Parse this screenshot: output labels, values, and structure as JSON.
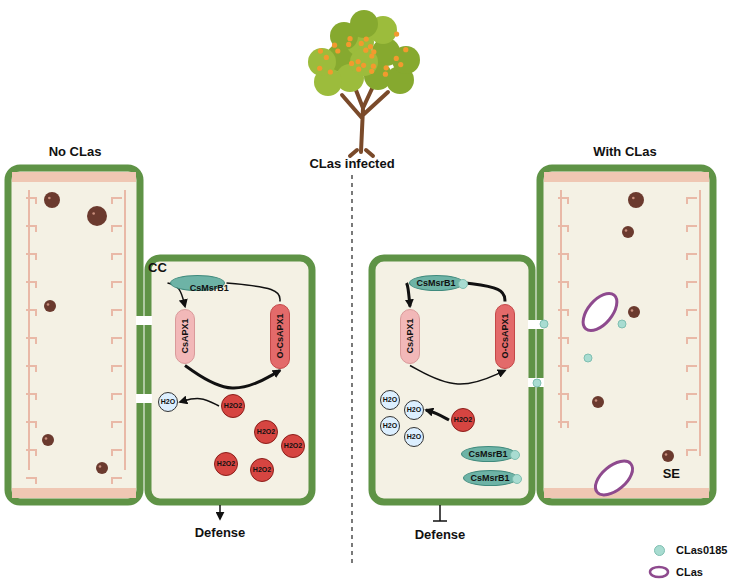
{
  "diagram": {
    "nodes": [
      {
        "text": [
          "CC"
        ]
      },
      {
        "text": [
          "CsMsrB1"
        ],
        "in": 0
      },
      {
        "text": [
          "CsAPX1"
        ],
        "in": 0
      },
      {
        "text": [
          "O-CsAPX1"
        ],
        "in": 0
      },
      {
        "text": [
          "H2O"
        ],
        "in": 0
      },
      {
        "text": [
          "H2O2"
        ],
        "in": 0
      },
      {
        "text": [
          "H2O2"
        ],
        "in": 0
      },
      {
        "text": [
          "H2O2"
        ],
        "in": 0
      },
      {
        "text": [
          "H2O2"
        ],
        "in": 0
      },
      {
        "text": [
          "H2O2"
        ],
        "in": 0
      },
      {
        "text": [
          "CsMsrB1"
        ]
      },
      {
        "text": [
          "CsAPX1"
        ]
      },
      {
        "text": [
          "O-CsAPX1"
        ]
      },
      {
        "text": [
          "H2O"
        ]
      },
      {
        "text": [
          "H2O"
        ]
      },
      {
        "text": [
          "H2O"
        ]
      },
      {
        "text": [
          "H2O"
        ]
      },
      {
        "text": [
          "H2O2"
        ]
      },
      {
        "text": [
          "CsMsrB1"
        ]
      },
      {
        "text": [
          "CsMsrB1"
        ]
      },
      {
        "text": [
          "SE"
        ]
      }
    ],
    "edges": [
      {
        "from": 3,
        "to": 1,
        "arrow": "none"
      },
      {
        "from": 1,
        "to": 2,
        "arrow": "to"
      },
      {
        "from": 2,
        "to": 3,
        "arrow": "to"
      },
      {
        "from": 5,
        "to": 4,
        "arrow": "to"
      },
      {
        "from": 12,
        "to": 10,
        "arrow": "none"
      },
      {
        "from": 10,
        "to": 11,
        "arrow": "to"
      },
      {
        "from": 11,
        "to": 12,
        "arrow": "to"
      },
      {
        "from": 17,
        "to": 14,
        "arrow": "to"
      }
    ],
    "labels": [
      "No CLas",
      "CLas infected",
      "With CLas",
      "Defense",
      "Defense"
    ],
    "legend": [
      {
        "text": "CLas0185",
        "color": "#a8dcd1"
      },
      {
        "text": "CLas"
      }
    ]
  }
}
